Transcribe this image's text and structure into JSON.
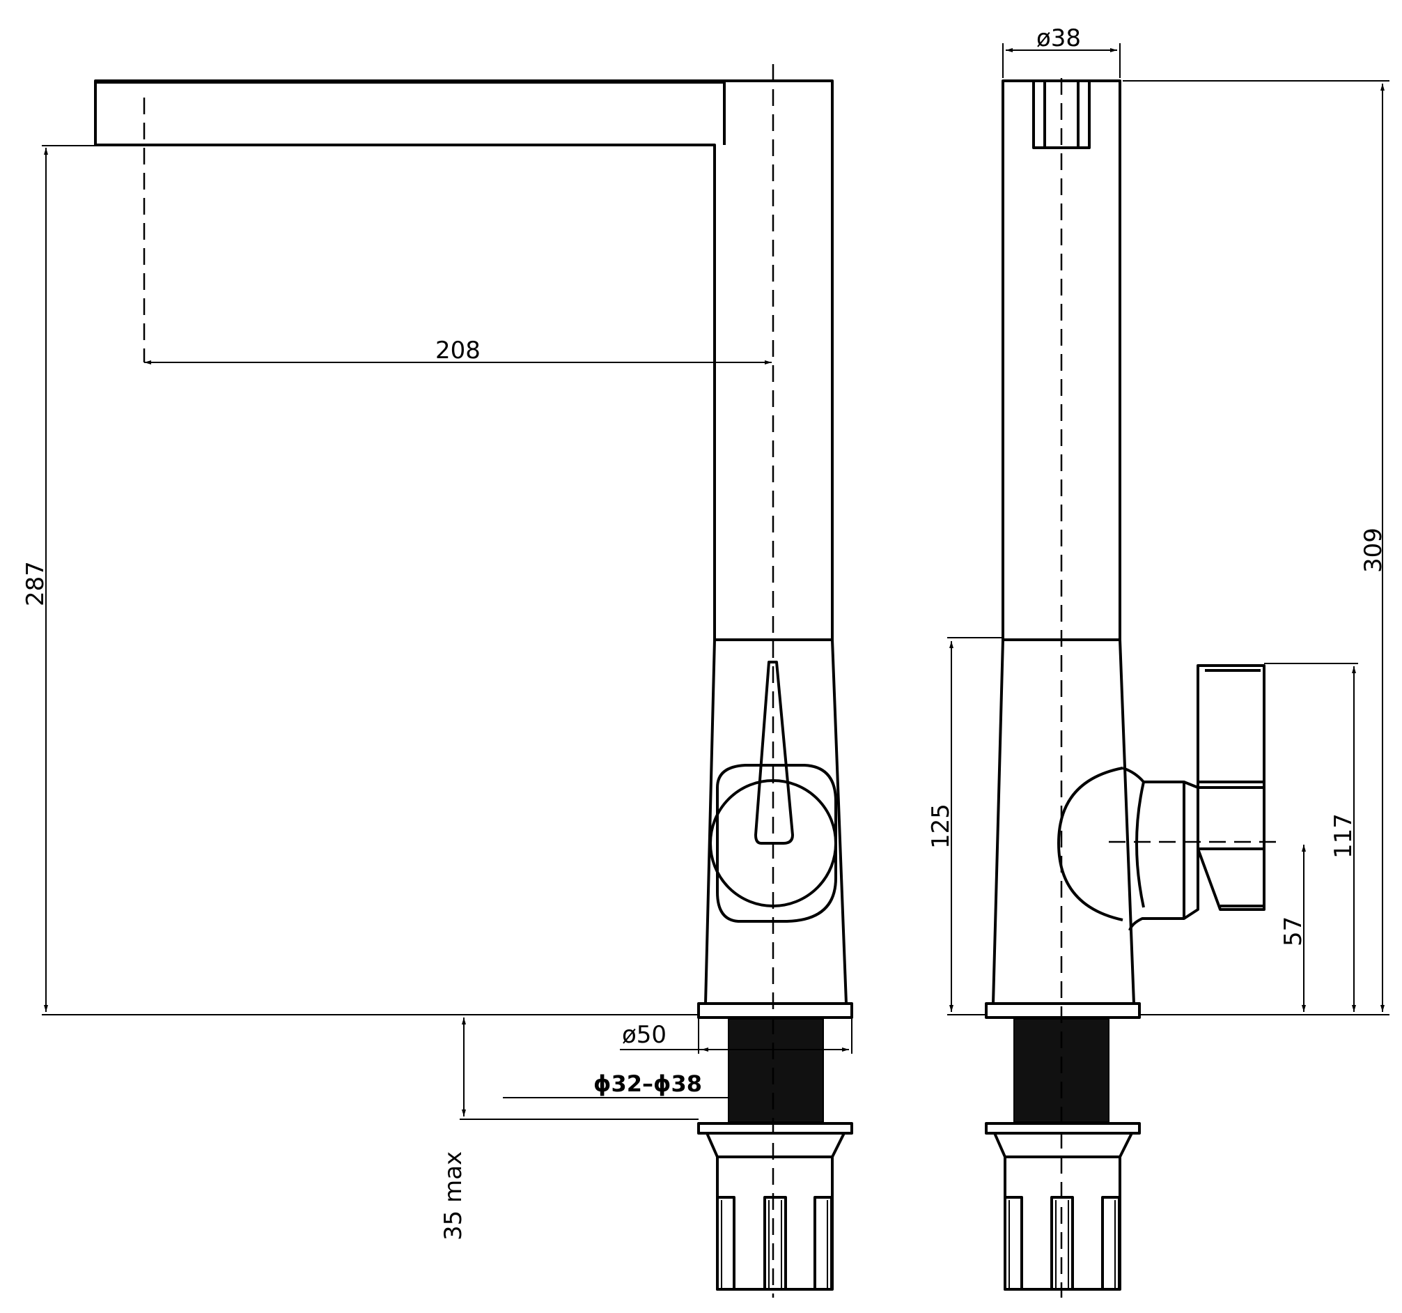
{
  "dimensions": {
    "spout_reach": "208",
    "front_height": "287",
    "top_diameter": "ø38",
    "side_height": "309",
    "lever_height": "125",
    "handle_height": "117",
    "handle_center_height": "57",
    "base_diameter": "ø50",
    "hole_range": "ɸ32–ɸ38",
    "deck_thickness": "35 max"
  },
  "colors": {
    "line": "#000000",
    "background": "#ffffff",
    "thread": "#111111"
  }
}
